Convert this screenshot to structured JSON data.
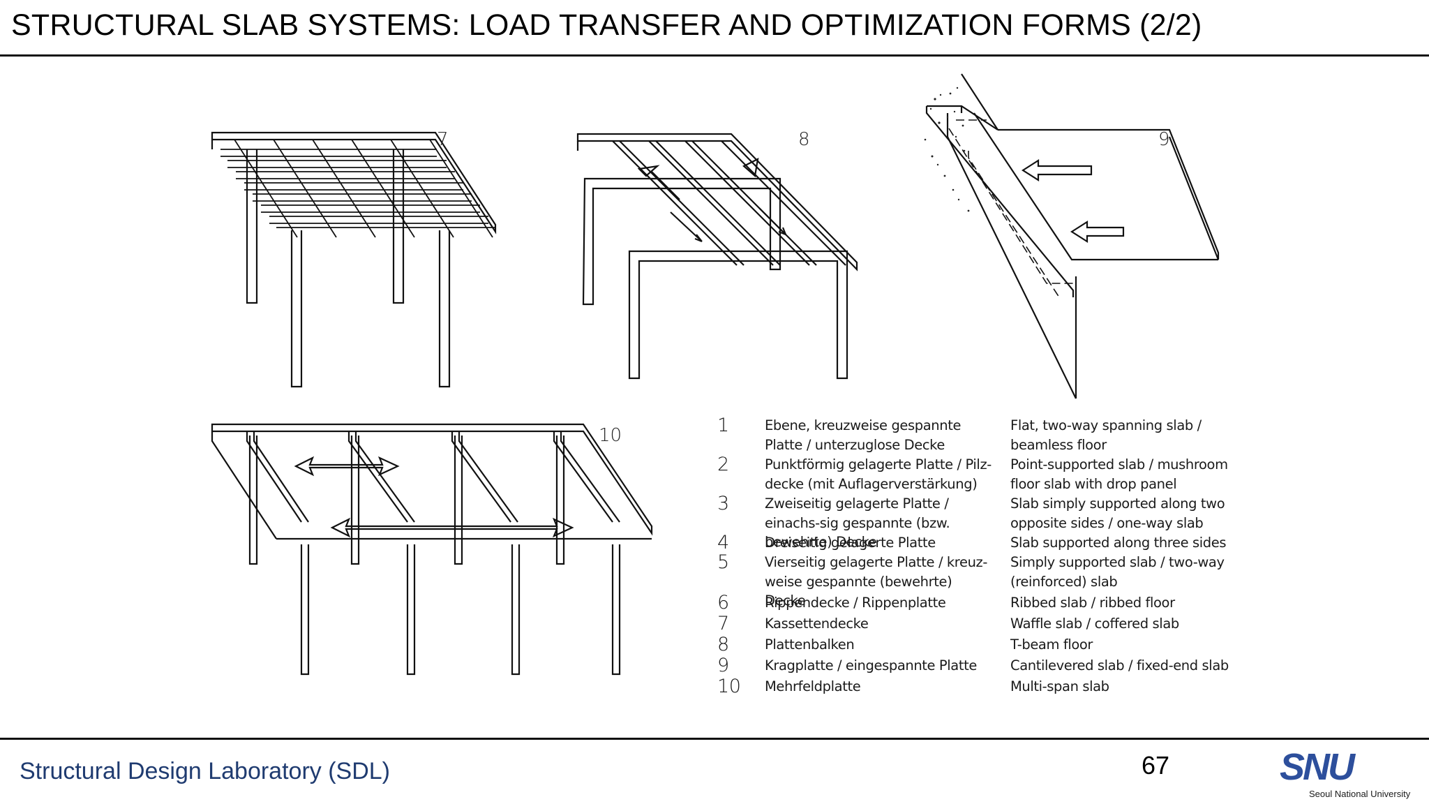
{
  "slide": {
    "title": "STRUCTURAL SLAB SYSTEMS: LOAD TRANSFER AND OPTIMIZATION FORMS (2/2)",
    "page_number": "67",
    "footer_lab": "Structural Design Laboratory (SDL)",
    "logo_text": "SNU",
    "logo_subtext": "Seoul National University",
    "accent_color": "#1f3b70"
  },
  "figures": [
    {
      "label": "7"
    },
    {
      "label": "8"
    },
    {
      "label": "9"
    },
    {
      "label": "10"
    }
  ],
  "legend": [
    {
      "num": "1",
      "de": "Ebene, kreuzweise gespannte Platte / unterzuglose Decke",
      "en": "Flat, two-way spanning slab / beamless floor"
    },
    {
      "num": "2",
      "de": "Punktförmig gelagerte Platte / Pilz-decke (mit Auflagerverstärkung)",
      "en": "Point-supported slab / mushroom floor slab with drop panel"
    },
    {
      "num": "3",
      "de": "Zweiseitig gelagerte Platte / einachs-sig gespannte (bzw. bewehrte) Decke",
      "en": "Slab simply supported along two opposite sides / one-way slab"
    },
    {
      "num": "4",
      "de": "Dreiseitig gelagerte Platte",
      "en": "Slab supported along three sides"
    },
    {
      "num": "5",
      "de": "Vierseitig gelagerte Platte / kreuz-weise gespannte (bewehrte) Decke",
      "en": "Simply supported slab / two-way (reinforced) slab"
    },
    {
      "num": "6",
      "de": "Rippendecke / Rippenplatte",
      "en": "Ribbed slab / ribbed floor"
    },
    {
      "num": "7",
      "de": "Kassettendecke",
      "en": "Waffle slab / coffered slab"
    },
    {
      "num": "8",
      "de": "Plattenbalken",
      "en": "T-beam floor"
    },
    {
      "num": "9",
      "de": "Kragplatte / eingespannte Platte",
      "en": "Cantilevered slab / fixed-end slab"
    },
    {
      "num": "10",
      "de": "Mehrfeldplatte",
      "en": "Multi-span slab"
    }
  ]
}
